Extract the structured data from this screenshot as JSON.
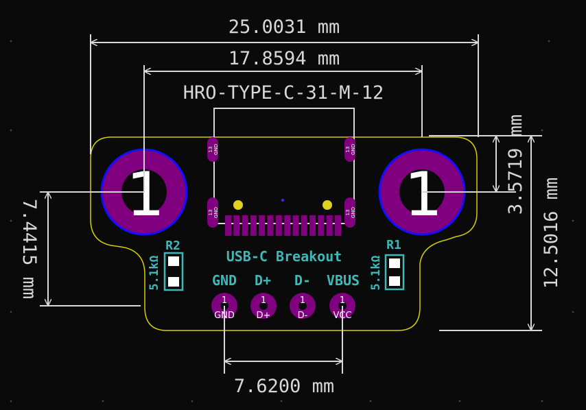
{
  "dimensions": {
    "width_top": "25.0031 mm",
    "width_inner": "17.8594 mm",
    "height_small": "3.5719 mm",
    "height_total": "12.5016 mm",
    "height_left": "7.4415 mm",
    "pin_span": "7.6200 mm"
  },
  "connector": {
    "reference": "HRO-TYPE-C-31-M-12",
    "shield_pin_number": "13",
    "shield_pin_name": "GND"
  },
  "mount_holes": {
    "left_number": "1",
    "right_number": "1"
  },
  "silkscreen": {
    "title": "USB-C Breakout",
    "labels": [
      "GND",
      "D+",
      "D-",
      "VBUS"
    ],
    "r1_ref": "R1",
    "r2_ref": "R2",
    "r1_value": "5.1kΩ",
    "r2_value": "5.1kΩ"
  },
  "pins": [
    {
      "number": "1",
      "name": "GND"
    },
    {
      "number": "1",
      "name": "D+"
    },
    {
      "number": "1",
      "name": "D-"
    },
    {
      "number": "1",
      "name": "VCC"
    }
  ],
  "colors": {
    "background": "#0a0a0a",
    "dimension": "#d8d8d8",
    "board_outline": "#d4d000",
    "pad": "#800080",
    "pad_ring": "#1010ff",
    "silkscreen": "#3fb8b8",
    "via": "#e0d020",
    "grid_dot": "#4a4a4a"
  }
}
